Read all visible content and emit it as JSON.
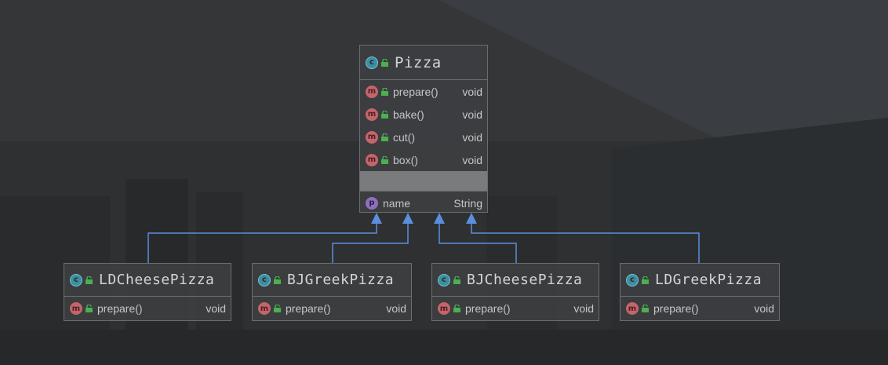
{
  "pizza": {
    "name": "Pizza",
    "methods": [
      {
        "label": "prepare()",
        "type": "void"
      },
      {
        "label": "bake()",
        "type": "void"
      },
      {
        "label": "cut()",
        "type": "void"
      },
      {
        "label": "box()",
        "type": "void"
      }
    ],
    "property": {
      "label": "name",
      "type": "String"
    }
  },
  "subclasses": [
    {
      "name": "LDCheesePizza",
      "method": "prepare()",
      "type": "void"
    },
    {
      "name": "BJGreekPizza",
      "method": "prepare()",
      "type": "void"
    },
    {
      "name": "BJCheesePizza",
      "method": "prepare()",
      "type": "void"
    },
    {
      "name": "LDGreekPizza",
      "method": "prepare()",
      "type": "void"
    }
  ],
  "icons": {
    "class": "c",
    "method": "m",
    "property": "p"
  },
  "colors": {
    "arrow": "#5b8ee0",
    "class_badge": "#3c8ea0",
    "method_badge": "#c4656c",
    "property_badge": "#8f6fc0",
    "lock": "#4caf50"
  }
}
